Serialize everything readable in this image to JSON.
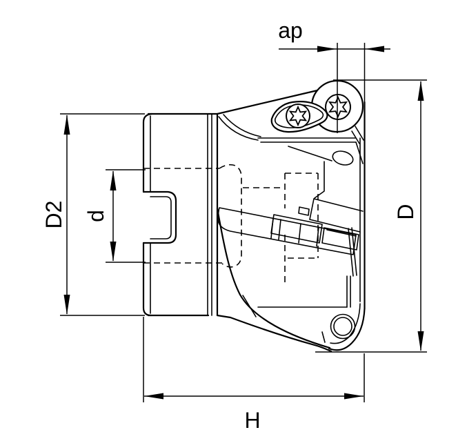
{
  "figure": {
    "type": "technical-drawing",
    "subject": "face-milling-cutter-side-view",
    "labels": {
      "cutting_depth": "ap",
      "cutting_diameter": "D",
      "body_diameter": "D2",
      "bore_diameter": "d",
      "height": "H"
    },
    "colors": {
      "line": "#000000",
      "background": "#ffffff"
    }
  }
}
